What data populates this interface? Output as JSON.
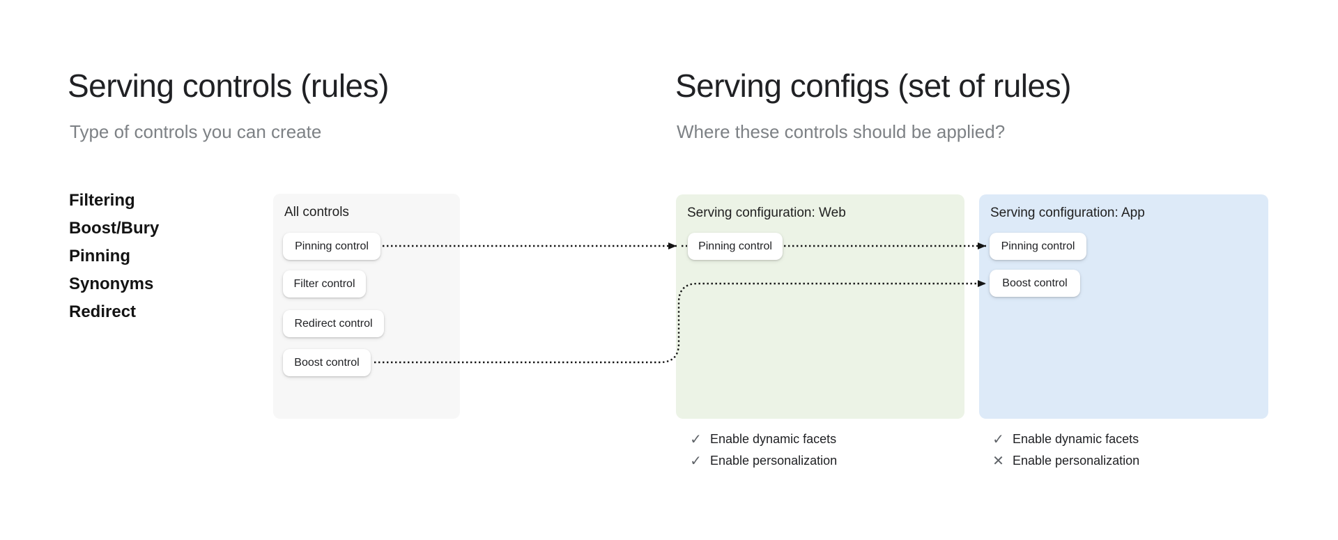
{
  "left_section": {
    "title": "Serving controls (rules)",
    "subtitle": "Type of controls you can create",
    "control_types": [
      "Filtering",
      "Boost/Bury",
      "Pinning",
      "Synonyms",
      "Redirect"
    ]
  },
  "right_section": {
    "title": "Serving configs (set of rules)",
    "subtitle": "Where these controls should be applied?"
  },
  "all_controls_card": {
    "title": "All controls",
    "background": "#f7f7f7",
    "controls": [
      "Pinning control",
      "Filter control",
      "Redirect control",
      "Boost control"
    ]
  },
  "web_config_card": {
    "title": "Serving configuration: Web",
    "background": "#ecf3e6",
    "controls": [
      "Pinning control"
    ],
    "features": [
      {
        "icon": "check",
        "icon_glyph": "✓",
        "label": "Enable dynamic facets"
      },
      {
        "icon": "check",
        "icon_glyph": "✓",
        "label": "Enable personalization"
      }
    ]
  },
  "app_config_card": {
    "title": "Serving configuration: App",
    "background": "#ddeaf8",
    "controls": [
      "Pinning control",
      "Boost control"
    ],
    "features": [
      {
        "icon": "check",
        "icon_glyph": "✓",
        "label": "Enable dynamic facets"
      },
      {
        "icon": "cross",
        "icon_glyph": "✕",
        "label": "Enable personalization"
      }
    ]
  },
  "arrows": [
    {
      "from": "all-controls.pinning-control",
      "to": "web-config.pinning-control",
      "style": "dotted"
    },
    {
      "from": "web-config.pinning-control",
      "to": "app-config.pinning-control",
      "style": "dotted"
    },
    {
      "from": "all-controls.boost-control",
      "to": "app-config.boost-control",
      "style": "dotted"
    }
  ],
  "colors": {
    "heading": "#202124",
    "subtitle": "#7d8185",
    "arrow": "#141414",
    "icon_gray": "#5f6368"
  }
}
